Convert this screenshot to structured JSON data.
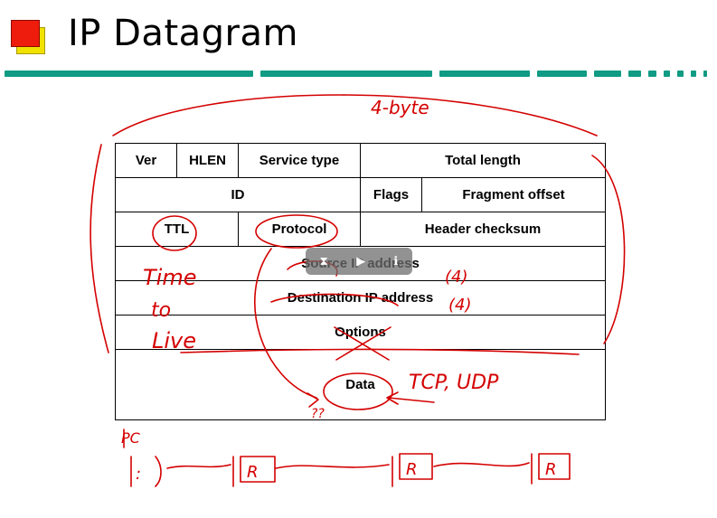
{
  "slide": {
    "title": "IP Datagram"
  },
  "header_fields": {
    "row1": [
      "Ver",
      "HLEN",
      "Service type",
      "Total length"
    ],
    "row2": [
      "ID",
      "Flags",
      "Fragment offset"
    ],
    "row3": [
      "TTL",
      "Protocol",
      "Header checksum"
    ],
    "row4": "Source IP address",
    "row5": "Destination IP address",
    "row6": "Options",
    "row7": "Data"
  },
  "annotations": {
    "bytes": "4-byte",
    "source_size": "(4)",
    "dest_size": "(4)",
    "ttl_meaning": [
      "Time",
      "to",
      "Live"
    ],
    "protocols": "TCP, UDP",
    "pc_label": "PC",
    "router_label": "R",
    "question": "??"
  },
  "colors": {
    "accent_rule": "#0f9b84",
    "ink": "#d40000",
    "bullet_front": "#ee1c0c",
    "bullet_back": "#f0e100"
  }
}
